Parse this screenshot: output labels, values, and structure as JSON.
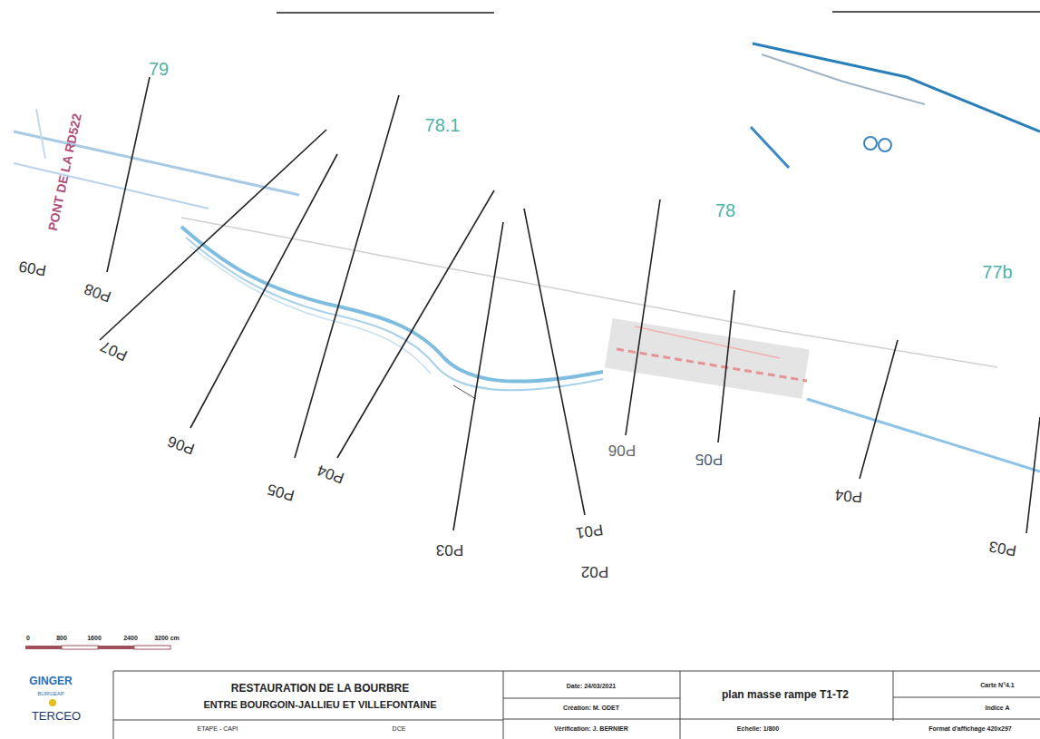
{
  "diagram": {
    "labels": [
      "79",
      "78.1",
      "78",
      "77b",
      "PONT DE LA RD522",
      "P09",
      "P08",
      "P07",
      "P06",
      "P05",
      "P04",
      "P03",
      "P02",
      "P01",
      "P06",
      "P05",
      "P04",
      "P03",
      "GINGER",
      "BURGEAP",
      "TERCEO",
      "RESTAURATION DE LA BOURBRE",
      "ENTRE BOURGOIN-JALLIEU ET VILLEFONTAINE",
      "ETAPE - CAPI",
      "DCE",
      "Date: 24/03/2021",
      "Création: M. ODET",
      "Vérification: J. BERNIER",
      "plan masse rampe T1-T2",
      "Carte N°4.1",
      "Indice A",
      "Echelle: 1/800",
      "Format d'affichage 420x297",
      "0",
      "800",
      "1600",
      "2400",
      "3200 cm"
    ]
  }
}
